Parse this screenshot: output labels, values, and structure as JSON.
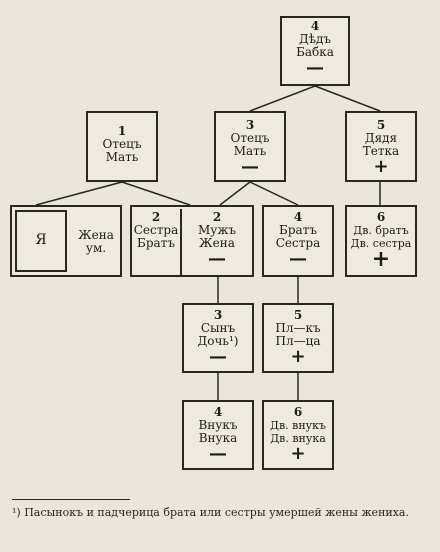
{
  "grandparents": {
    "num": "4",
    "line1": "Дѣдъ",
    "line2": "Бабка",
    "sign": "—"
  },
  "father_left": {
    "num": "1",
    "line1": "Отецъ",
    "line2": "Мать"
  },
  "father_mid": {
    "num": "3",
    "line1": "Отецъ",
    "line2": "Мать",
    "sign": "—"
  },
  "uncle": {
    "num": "5",
    "line1": "Дядя",
    "line2": "Тетка",
    "sign": "+"
  },
  "self": {
    "label": "Я"
  },
  "wife": {
    "line1": "Жена",
    "line2": "ум."
  },
  "sister_brother": {
    "num": "2",
    "line1": "Сестра",
    "line2": "Братъ"
  },
  "husband_wife": {
    "num": "2",
    "line1": "Мужъ",
    "line2": "Жена",
    "sign": "—"
  },
  "brother_sister": {
    "num": "4",
    "line1": "Братъ",
    "line2": "Сестра",
    "sign": "—"
  },
  "cousins": {
    "num": "6",
    "line1": "Дв. братъ",
    "line2": "Дв. сестра",
    "sign": "+"
  },
  "son_daughter": {
    "num": "3",
    "line1": "Сынъ",
    "line2": "Дочь¹)",
    "sign": "—"
  },
  "nephews": {
    "num": "5",
    "line1": "Пл—къ",
    "line2": "Пл—ца",
    "sign": "+"
  },
  "grandchildren": {
    "num": "4",
    "line1": "Внукъ",
    "line2": "Внука",
    "sign": "—"
  },
  "second_grand": {
    "num": "6",
    "line1": "Дв. внукъ",
    "line2": "Дв. внука",
    "sign": "+"
  },
  "footnote": "¹) Пасынокъ и падчерица брата или сестры умершей жены жениха."
}
